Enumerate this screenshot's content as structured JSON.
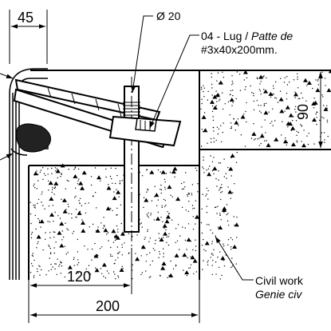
{
  "dimensions": {
    "top_width": "45",
    "anchor_diameter": "Ø 20",
    "slab_height": "90",
    "embed_length": "120",
    "overall_length": "200"
  },
  "callouts": {
    "lug_line1": "04 - Lug / ",
    "lug_line1_italic": "Patte de",
    "lug_line2": "#3x40x200mm.",
    "civil_line1": "Civil work",
    "civil_line2": "Genie civ"
  }
}
